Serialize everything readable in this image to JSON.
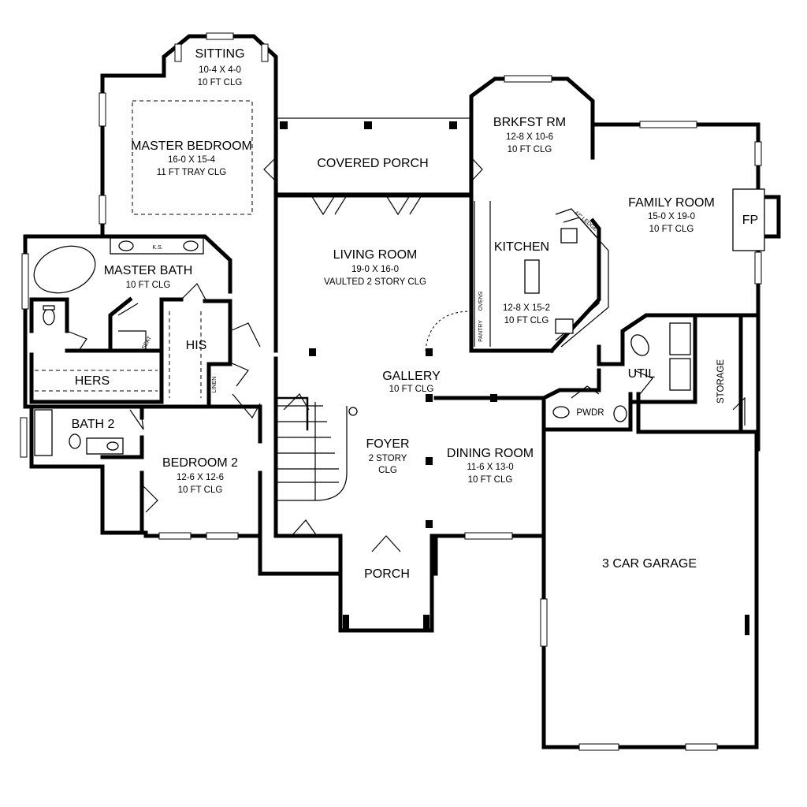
{
  "rooms": {
    "sitting": {
      "name": "SITTING",
      "dims": "10-4 X 4-0",
      "ceiling": "10 FT CLG"
    },
    "master_bedroom": {
      "name": "MASTER BEDROOM",
      "dims": "16-0 X 15-4",
      "ceiling": "11 FT TRAY CLG"
    },
    "covered_porch": {
      "name": "COVERED PORCH"
    },
    "brkfst_rm": {
      "name": "BRKFST RM",
      "dims": "12-8 X 10-6",
      "ceiling": "10 FT CLG"
    },
    "family_room": {
      "name": "FAMILY ROOM",
      "dims": "15-0 X 19-0",
      "ceiling": "10 FT CLG"
    },
    "fp": {
      "name": "FP"
    },
    "master_bath": {
      "name": "MASTER BATH",
      "ceiling": "10 FT CLG"
    },
    "living_room": {
      "name": "LIVING ROOM",
      "dims": "19-0 X 16-0",
      "ceiling": "VAULTED 2 STORY CLG"
    },
    "kitchen": {
      "name": "KITCHEN",
      "dims": "12-8 X 15-2",
      "ceiling": "10 FT CLG"
    },
    "his": {
      "name": "HIS"
    },
    "hers": {
      "name": "HERS"
    },
    "linen": {
      "name": "LINEN"
    },
    "gallery": {
      "name": "GALLERY",
      "ceiling": "10 FT CLG"
    },
    "util": {
      "name": "UTIL"
    },
    "storage": {
      "name": "STORAGE"
    },
    "pwdr": {
      "name": "PWDR"
    },
    "bath2": {
      "name": "BATH 2"
    },
    "bedroom2": {
      "name": "BEDROOM 2",
      "dims": "12-6 X 12-6",
      "ceiling": "10 FT CLG"
    },
    "foyer": {
      "name": "FOYER",
      "ceiling_line1": "2 STORY",
      "ceiling_line2": "CLG"
    },
    "dining_room": {
      "name": "DINING ROOM",
      "dims": "11-6 X 13-0",
      "ceiling": "10 FT CLG"
    },
    "porch": {
      "name": "PORCH"
    },
    "garage": {
      "name": "3 CAR GARAGE"
    }
  },
  "small_labels": {
    "ks": "K.S.",
    "seat": "SEAT",
    "pantry": "PANTRY",
    "ovens": "OVENS",
    "ledge": "42\" LEDGE"
  }
}
